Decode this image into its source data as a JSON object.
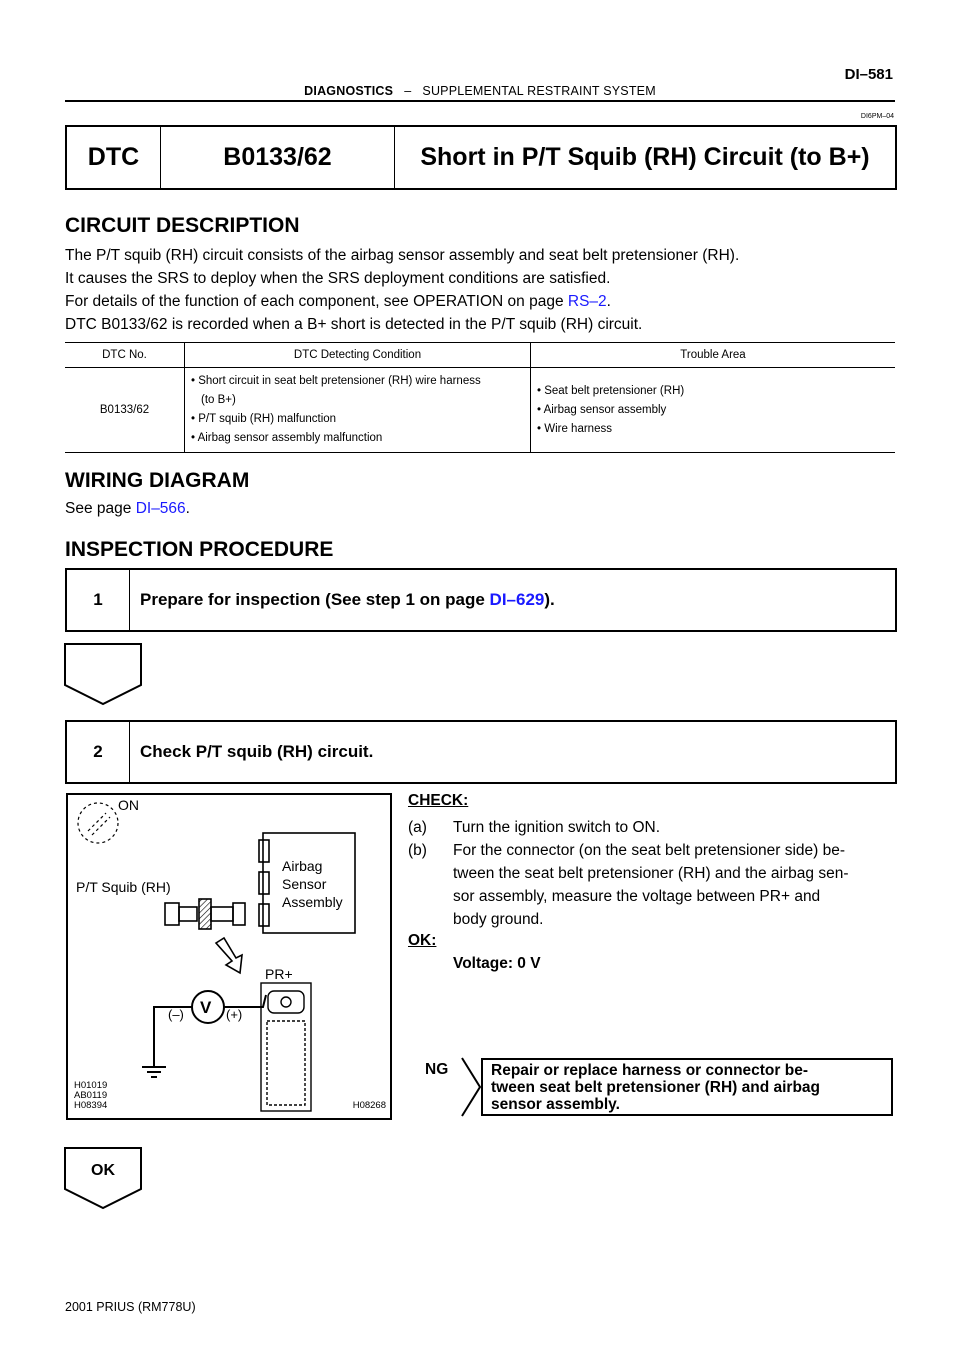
{
  "header": {
    "section": "DIAGNOSTICS",
    "sep": "–",
    "subsection": "SUPPLEMENTAL RESTRAINT SYSTEM",
    "page_number": "DI–581",
    "doc_id": "DI6PM–04"
  },
  "dtc": {
    "label": "DTC",
    "code": "B0133/62",
    "title": "Short in P/T Squib (RH) Circuit (to B+)"
  },
  "circuit_description": {
    "heading": "CIRCUIT DESCRIPTION",
    "lines": [
      "The P/T squib (RH) circuit consists of the airbag sensor assembly and seat belt pretensioner (RH).",
      "It causes the SRS to deploy when the SRS deployment conditions are satisfied."
    ],
    "line3_prefix": "For details of the function of each component, see OPERATION on page ",
    "line3_link": "RS–2",
    "line3_suffix": ".",
    "line4": "DTC B0133/62 is recorded when a B+ short is detected in the P/T squib (RH) circuit."
  },
  "table": {
    "headers": [
      "DTC No.",
      "DTC Detecting Condition",
      "Trouble Area"
    ],
    "dtc_no": "B0133/62",
    "conditions": [
      "• Short circuit in seat belt pretensioner (RH) wire harness",
      "   (to B+)",
      "• P/T squib (RH) malfunction",
      "• Airbag sensor assembly malfunction"
    ],
    "areas": [
      "• Seat belt pretensioner (RH)",
      "• Airbag sensor assembly",
      "• Wire harness"
    ]
  },
  "wiring": {
    "heading": "WIRING DIAGRAM",
    "prefix": "See page ",
    "link": "DI–566",
    "suffix": "."
  },
  "inspection": {
    "heading": "INSPECTION PROCEDURE",
    "step1": {
      "num": "1",
      "text": "Prepare for inspection (See step 1 on page ",
      "link": "DI–629",
      "suffix": ")."
    },
    "step2": {
      "num": "2",
      "text": "Check P/T squib (RH) circuit."
    }
  },
  "figure": {
    "on": "ON",
    "squib": "P/T Squib (RH)",
    "airbag1": "Airbag",
    "airbag2": "Sensor",
    "airbag3": "Assembly",
    "pr": "PR+",
    "minus": "(–)",
    "plus": "(+)",
    "v": "V",
    "codes": [
      "H01019",
      "AB0119",
      "H08394"
    ],
    "fig_id": "H08268"
  },
  "check": {
    "heading": "CHECK:",
    "a_label": "(a)",
    "a_text": "Turn the ignition switch to ON.",
    "b_label": "(b)",
    "b_lines": [
      "For the connector (on the seat belt pretensioner side) be-",
      "tween the seat belt pretensioner (RH) and the airbag sen-",
      "sor assembly, measure the voltage between PR+ and",
      "body ground."
    ],
    "ok_heading": "OK:",
    "ok_value": "Voltage: 0 V"
  },
  "ng": {
    "label": "NG",
    "lines": [
      "Repair or replace harness or connector be-",
      "tween seat belt pretensioner (RH) and airbag",
      "sensor assembly."
    ]
  },
  "ok_label": "OK",
  "footer": "2001 PRIUS   (RM778U)"
}
